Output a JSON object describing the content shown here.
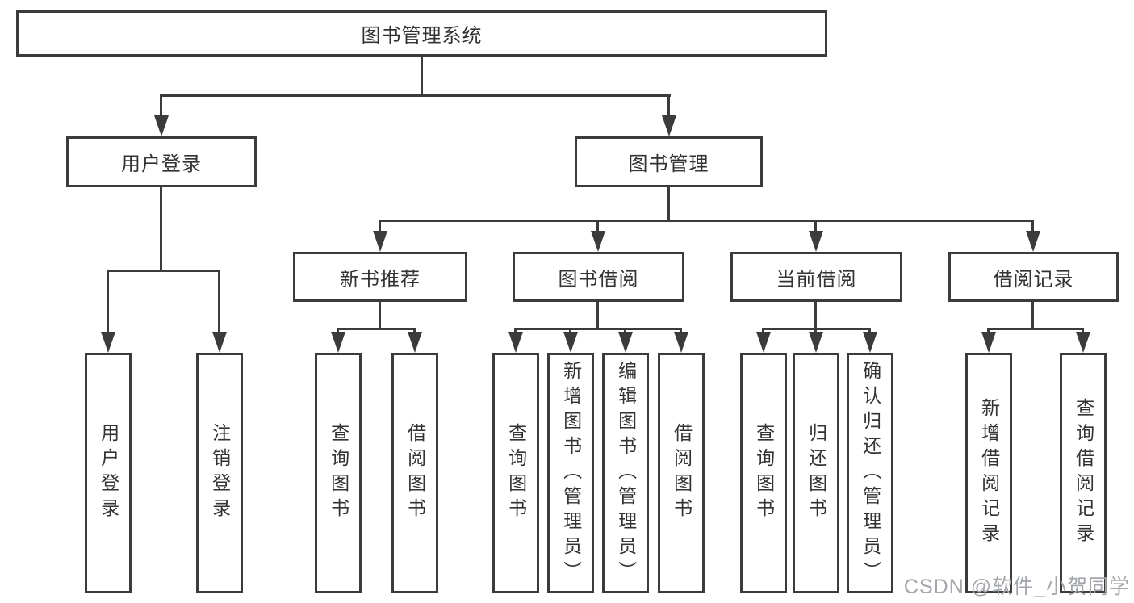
{
  "tree": {
    "root": "图书管理系统",
    "branches": [
      {
        "label": "用户登录",
        "children": [
          "用户登录",
          "注销登录"
        ]
      },
      {
        "label": "图书管理",
        "sections": [
          {
            "label": "新书推荐",
            "children": [
              "查询图书",
              "借阅图书"
            ]
          },
          {
            "label": "图书借阅",
            "children": [
              "查询图书",
              "新增图书（管理员）",
              "编辑图书（管理员）",
              "借阅图书"
            ]
          },
          {
            "label": "当前借阅",
            "children": [
              "查询图书",
              "归还图书",
              "确认归还（管理员）"
            ]
          },
          {
            "label": "借阅记录",
            "children": [
              "新增借阅记录",
              "查询借阅记录"
            ]
          }
        ]
      }
    ]
  },
  "watermark": {
    "text": "CSDN @软件_小贺同学"
  },
  "colors": {
    "line": "#3b3b3b",
    "text": "#333333",
    "background": "#ffffff",
    "watermark": "#a3a7ab"
  }
}
